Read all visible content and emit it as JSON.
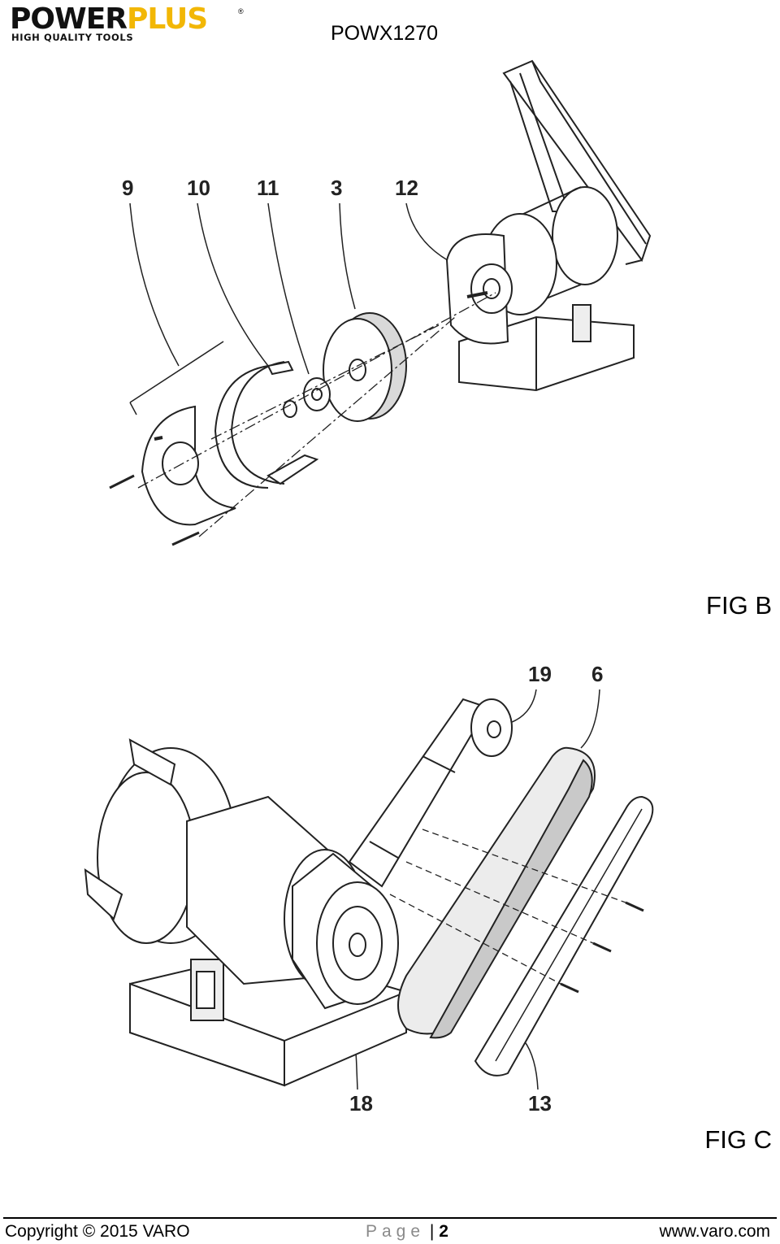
{
  "header": {
    "logo_brand_part1": "POWER",
    "logo_brand_part2": "PLUS",
    "logo_registered": "®",
    "logo_tagline": "HIGH QUALITY TOOLS",
    "model": "POWX1270"
  },
  "figures": {
    "fig_b": {
      "label": "FIG B",
      "callouts": [
        "9",
        "10",
        "11",
        "3",
        "12"
      ]
    },
    "fig_c": {
      "label": "FIG C",
      "callouts": [
        "19",
        "6",
        "18",
        "13"
      ]
    }
  },
  "footer": {
    "copyright": "Copyright © 2015 VARO",
    "page_word": "Page",
    "page_separator": "|",
    "page_number": "2",
    "website": "www.varo.com"
  },
  "colors": {
    "brand_yellow": "#f2b705",
    "line": "#222222",
    "wheel_fill": "#d9d9d9",
    "belt_fill": "#c9c9c9"
  }
}
